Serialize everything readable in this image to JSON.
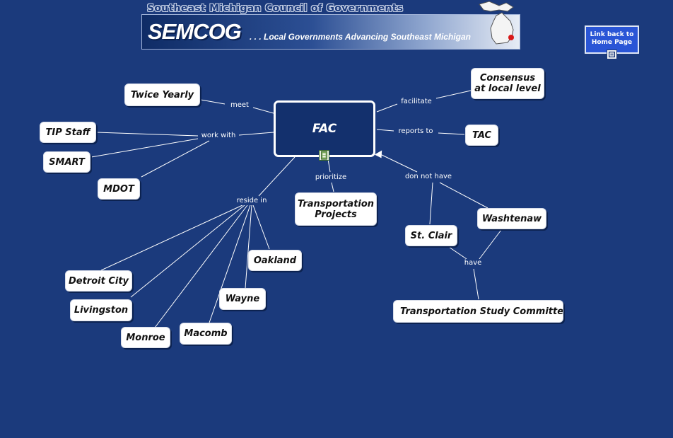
{
  "banner": {
    "top_text": "Southeast Michigan Council of Governments",
    "logo": "SEMCOG",
    "tagline": ". . . Local Governments Advancing Southeast Michigan",
    "map_icon": "michigan-map-icon"
  },
  "home_link": {
    "line1": "Link back to",
    "line2": "Home Page",
    "icon": "attachment-icon"
  },
  "center": {
    "label": "FAC",
    "icon": "film-icon"
  },
  "link_labels": {
    "meet": "meet",
    "work_with": "work with",
    "facilitate": "facilitate",
    "reports_to": "reports to",
    "prioritize": "prioritize",
    "reside_in": "reside in",
    "dont_have": "don not have",
    "have": "have"
  },
  "nodes": {
    "twice_yearly": "Twice Yearly",
    "tip_staff": "TIP Staff",
    "smart": "SMART",
    "mdot": "MDOT",
    "consensus_line1": "Consensus",
    "consensus_line2": "at local level",
    "tac": "TAC",
    "projects_line1": "Transportation",
    "projects_line2": "Projects",
    "washtenaw": "Washtenaw",
    "st_clair": "St. Clair",
    "study_committees": "Transportation Study Committees",
    "oakland": "Oakland",
    "detroit": "Detroit City",
    "wayne": "Wayne",
    "livingston": "Livingston",
    "macomb": "Macomb",
    "monroe": "Monroe"
  }
}
